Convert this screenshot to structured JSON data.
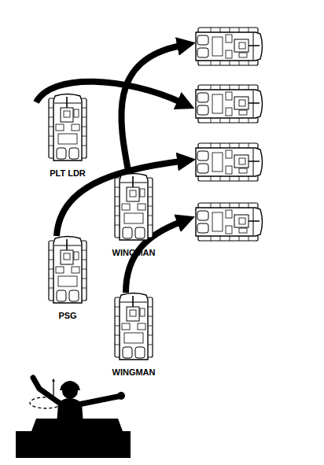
{
  "diagram": {
    "nodes": [
      {
        "text": [
          "PLT LDR"
        ]
      },
      {
        "text": [
          "WINGMAN"
        ]
      },
      {
        "text": [
          "PSG"
        ]
      },
      {
        "text": [
          "WINGMAN"
        ]
      }
    ]
  }
}
